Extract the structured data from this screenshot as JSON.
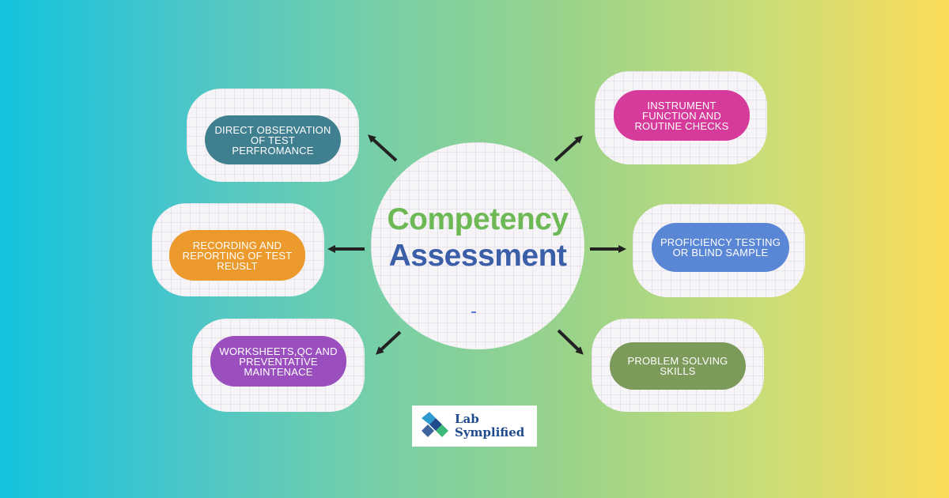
{
  "center": {
    "line1": "Competency",
    "line2": "Assessment",
    "mark": "-"
  },
  "nodes": [
    {
      "label": "DIRECT OBSERVATION OF TEST PERFROMANCE",
      "color": "#3f7f8f"
    },
    {
      "label": "INSTRUMENT FUNCTION AND ROUTINE CHECKS",
      "color": "#d63a9b"
    },
    {
      "label": "RECORDING AND REPORTING OF TEST REUSLT",
      "color": "#ec9a2c"
    },
    {
      "label": "PROFICIENCY TESTING OR BLIND SAMPLE",
      "color": "#5a86d6"
    },
    {
      "label": "WORKSHEETS,QC AND PREVENTATIVE MAINTENACE",
      "color": "#9b4fbf"
    },
    {
      "label": "PROBLEM SOLVING SKILLS",
      "color": "#7c9a5a"
    }
  ],
  "logo": {
    "line1": "Lab",
    "line2": "Symplified",
    "icon": "lab-symplified-logo-icon"
  },
  "colors": {
    "title_green": "#6db956",
    "title_blue": "#3a5ea8",
    "arrow": "#222222"
  }
}
